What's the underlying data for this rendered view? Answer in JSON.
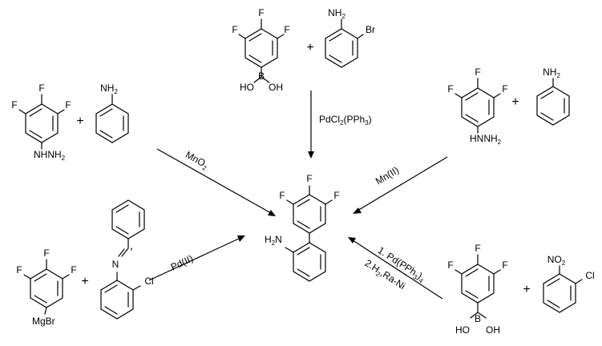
{
  "reagents": {
    "top_a": {
      "f1": "F",
      "f2": "F",
      "f3": "F",
      "ho1": "HO",
      "b": "B",
      "oh2": "OH"
    },
    "top_plus": "+",
    "top_b": {
      "nh2": "NH",
      "nh2_sub": "2",
      "br": "Br"
    },
    "left_a": {
      "f1": "F",
      "f2": "F",
      "f3": "F",
      "nhnh2": "NHNH",
      "nhnh2_sub": "2"
    },
    "left_plus": "+",
    "left_b": {
      "nh2": "NH",
      "nh2_sub": "2"
    },
    "right_a": {
      "f1": "F",
      "f2": "F",
      "f3": "F",
      "nhnh2": "HNNH",
      "nhnh2_sub": "2"
    },
    "right_plus": "+",
    "right_b": {
      "nh2": "NH",
      "nh2_sub": "2"
    },
    "bl_a": {
      "f1": "F",
      "f2": "F",
      "f3": "F",
      "mgbr": "MgBr"
    },
    "bl_plus": "+",
    "bl_b": {
      "n": "N",
      "cl": "Cl"
    },
    "br_a": {
      "f1": "F",
      "f2": "F",
      "f3": "F",
      "ho": "HO",
      "b": "B",
      "oh": "OH"
    },
    "br_plus": "+",
    "br_b": {
      "no2": "NO",
      "no2_sub": "2",
      "cl": "Cl"
    }
  },
  "product": {
    "f1": "F",
    "f2": "F",
    "f3": "F",
    "nh2": "H",
    "nh2_sub": "2",
    "nh2_n": "N"
  },
  "conditions": {
    "top": {
      "a": "PdCl",
      "a_sub": "2",
      "b": "(PPh",
      "b_sub": "3",
      "c": ")"
    },
    "left": {
      "a": "MnO",
      "a_sub": "2"
    },
    "right": "Mn(II)",
    "bottom_left": "Pd(II)",
    "bottom_right_1": {
      "a": "1. Pd(PPh",
      "a_sub": "3",
      "b": ")",
      "b_sub": "4"
    },
    "bottom_right_2": {
      "a": "2.H",
      "a_sub": "2",
      "b": ",Ra-Ni"
    }
  }
}
